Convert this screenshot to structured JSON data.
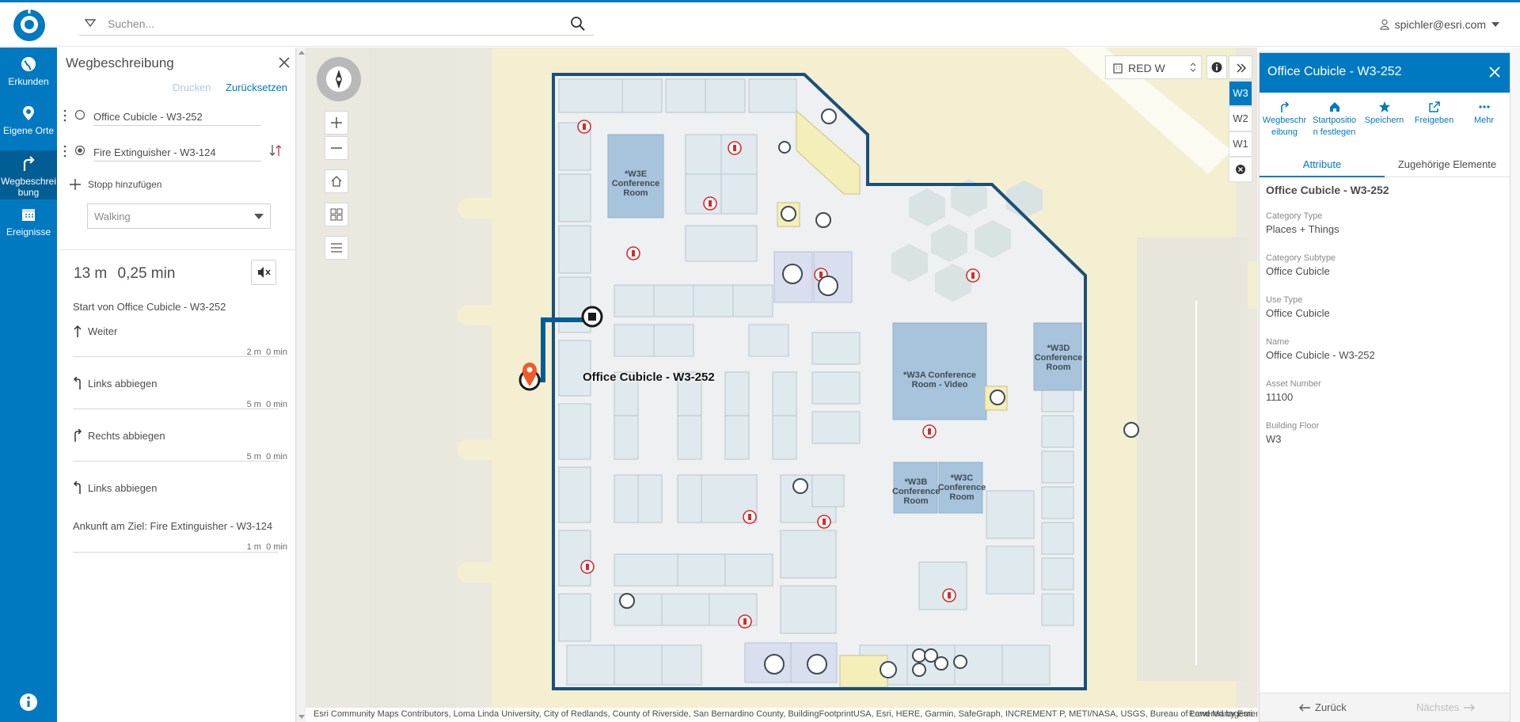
{
  "header": {
    "search_placeholder": "Suchen...",
    "user": "spichler@esri.com"
  },
  "nav": {
    "items": [
      {
        "label": "Erkunden"
      },
      {
        "label": "Eigene Orte"
      },
      {
        "label_line1": "Wegbeschrei",
        "label_line2": "bung"
      },
      {
        "label": "Ereignisse"
      }
    ]
  },
  "directions": {
    "title": "Wegbeschreibung",
    "print": "Drucken",
    "reset": "Zurücksetzen",
    "from": "Office Cubicle - W3-252",
    "to": "Fire Extinguisher - W3-124",
    "add_stop": "Stopp hinzufügen",
    "mode": "Walking",
    "summary_distance": "13 m",
    "summary_time": "0,25 min",
    "start": "Start von Office Cubicle - W3-252",
    "steps": [
      {
        "text": "Weiter",
        "dist": "2 m",
        "time": "0 min"
      },
      {
        "text": "Links abbiegen",
        "dist": "5 m",
        "time": "0 min"
      },
      {
        "text": "Rechts abbiegen",
        "dist": "5 m",
        "time": "0 min"
      },
      {
        "text": "Links abbiegen",
        "dist": "1 m",
        "time": "0 min"
      }
    ],
    "arrival": "Ankunft am Ziel: Fire Extinguisher - W3-124"
  },
  "map": {
    "floor_facility": "RED W",
    "floors": [
      "W3",
      "W2",
      "W1"
    ],
    "active_floor": "W3",
    "route_label": "Office Cubicle - W3-252",
    "rooms": {
      "w3e_1": "*W3E",
      "w3e_2": "Conference",
      "w3e_3": "Room",
      "w3a_1": "*W3A Conference",
      "w3a_2": "Room - Video",
      "w3d_1": "*W3D",
      "w3d_2": "Conference",
      "w3d_3": "Room",
      "w3b_1": "*W3B",
      "w3b_2": "Conference",
      "w3b_3": "Room",
      "w3c_1": "*W3C",
      "w3c_2": "Conference",
      "w3c_3": "Room"
    },
    "attribution": "Esri Community Maps Contributors, Loma Linda University, City of Redlands, County of Riverside, San Bernardino County, BuildingFootprintUSA, Esri, HERE, Garmin, SafeGraph, INCREMENT P, METI/NASA, USGS, Bureau of Land Management, EPA, NPS, US Ce...",
    "powered_by": "Powered by Esri",
    "colors": {
      "route": "#005e95",
      "building_outline": "#1b4f7a",
      "accent": "#0079c1",
      "pin": "#f05a28"
    }
  },
  "details": {
    "title": "Office Cubicle - W3-252",
    "actions": [
      {
        "l1": "Wegbeschr",
        "l2": "eibung"
      },
      {
        "l1": "Startpositio",
        "l2": "n festlegen"
      },
      {
        "l1": "Speichern",
        "l2": ""
      },
      {
        "l1": "Freigeben",
        "l2": ""
      },
      {
        "l1": "Mehr",
        "l2": ""
      }
    ],
    "tabs": [
      "Attribute",
      "Zugehörige Elemente"
    ],
    "feature_title": "Office Cubicle - W3-252",
    "attributes": [
      {
        "key": "Category Type",
        "value": "Places + Things"
      },
      {
        "key": "Category Subtype",
        "value": "Office Cubicle"
      },
      {
        "key": "Use Type",
        "value": "Office Cubicle"
      },
      {
        "key": "Name",
        "value": "Office Cubicle - W3-252"
      },
      {
        "key": "Asset Number",
        "value": "11100"
      },
      {
        "key": "Building Floor",
        "value": "W3"
      }
    ],
    "back": "Zurück",
    "next": "Nächstes"
  }
}
